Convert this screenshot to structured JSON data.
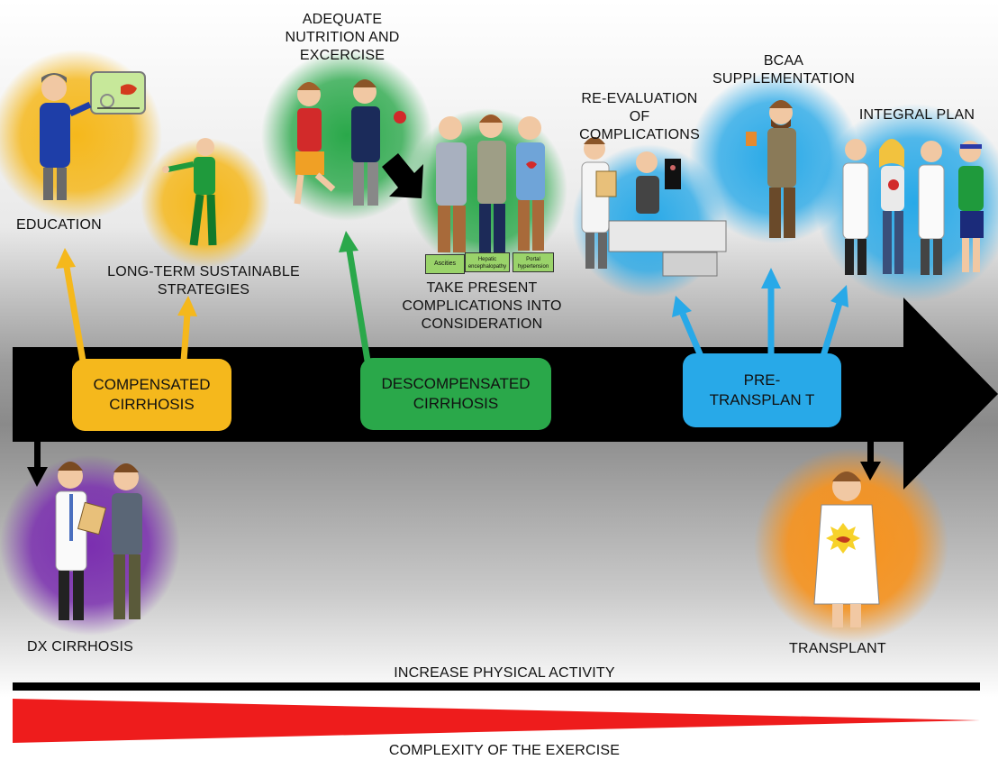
{
  "labels": {
    "education": "EDUCATION",
    "long_term": "LONG-TERM SUSTAINABLE\nSTRATEGIES",
    "nutrition": "ADEQUATE\nNUTRITION  AND\nEXCERCISE",
    "complications": "TAKE PRESENT\nCOMPLICATIONS INTO\nCONSIDERATION",
    "reevaluation": "RE-EVALUATION\nOF\nCOMPLICATIONS",
    "bcaa": "BCAA\nSUPPLEMENTATION",
    "integral": "INTEGRAL PLAN",
    "dx": "DX CIRRHOSIS",
    "transplant": "TRANSPLANT"
  },
  "stages": {
    "compensated": "COMPENSATED\nCIRRHOSIS",
    "decompensated": "DESCOMPENSATED\nCIRRHOSIS",
    "pretransplant": "PRE-\nTRANSPLAN T"
  },
  "chips": [
    "Ascities",
    "Hepatic\nencephalopathy",
    "Portal\nhypertension"
  ],
  "bottom": {
    "physical": "INCREASE PHYSICAL ACTIVITY",
    "complexity": "COMPLEXITY OF THE EXERCISE"
  },
  "colors": {
    "yellow": "#f5b81c",
    "green": "#2aa84a",
    "blue": "#28a9e8",
    "purple": "#7b2fb0",
    "orange": "#f7931e",
    "red": "#ee1c1c",
    "black": "#000000"
  }
}
